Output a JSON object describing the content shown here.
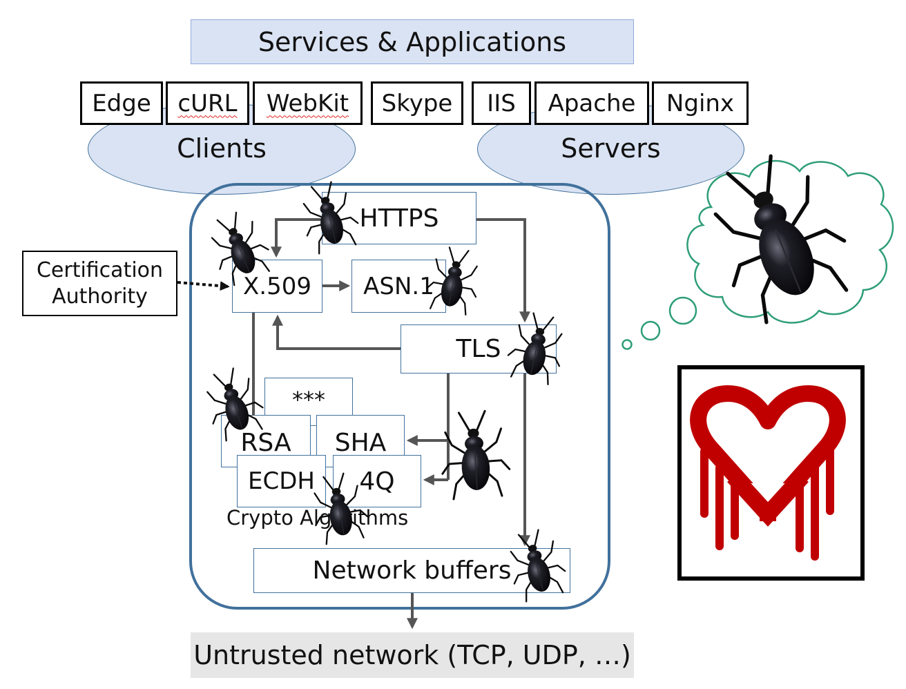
{
  "banner": "Services & Applications",
  "clients": {
    "label": "Clients",
    "apps": [
      "Edge",
      "cURL",
      "WebKit",
      "Skype"
    ]
  },
  "servers": {
    "label": "Servers",
    "apps": [
      "IIS",
      "Apache",
      "Nginx"
    ]
  },
  "ca": {
    "line1": "Certification",
    "line2": "Authority"
  },
  "stack": {
    "https": "HTTPS",
    "x509": "X.509",
    "asn1": "ASN.1",
    "tls": "TLS",
    "stars": "***",
    "rsa": "RSA",
    "sha": "SHA",
    "ecdh": "ECDH",
    "fourq": "4Q",
    "crypto_label": "Crypto Algorithms",
    "network_buffers": "Network buffers"
  },
  "footer": "Untrusted network (TCP, UDP, …)",
  "colors": {
    "frame_blue": "#41719c",
    "fill_blue": "#dae3f3",
    "footer_gray": "#e7e6e6",
    "cloud_green": "#2e9e77",
    "heartbleed_red": "#c00000"
  },
  "icons": [
    "bug-icon",
    "thought-cloud",
    "heartbleed-logo"
  ]
}
